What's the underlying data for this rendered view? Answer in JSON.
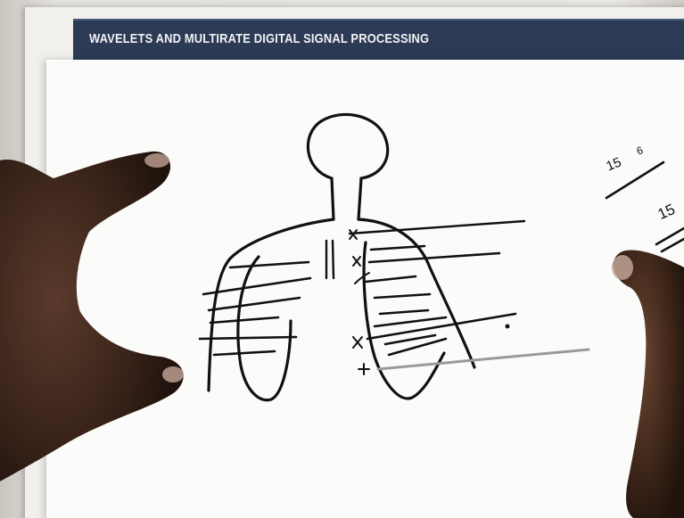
{
  "banner": {
    "title": "WAVELETS AND MULTIRATE DIGITAL SIGNAL PROCESSING",
    "color": "#2c3a56"
  },
  "sketch": {
    "ink_color": "#111111",
    "margin_notes": [
      "15",
      "6",
      "15"
    ]
  }
}
